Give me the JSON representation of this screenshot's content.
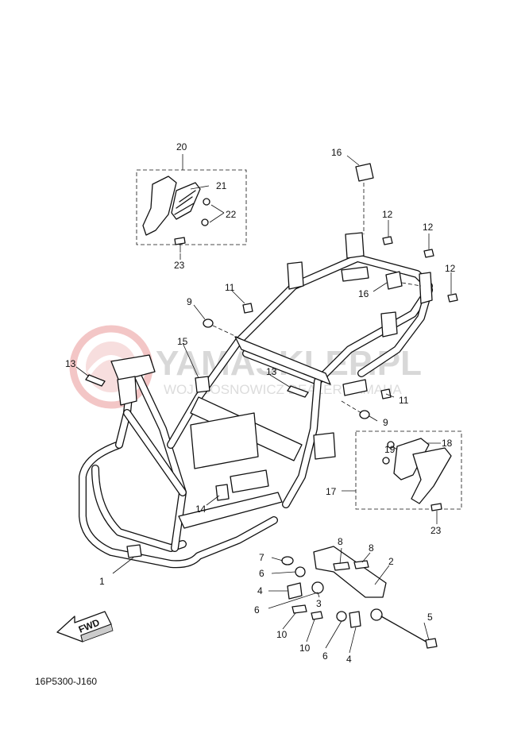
{
  "watermark": {
    "brand": "YAMASKLEP.PL",
    "tagline": "WOJ. SOSNOWICZ DEALER YAMAHA"
  },
  "diagram_code": "16P5300-J160",
  "fwd_label": "FWD",
  "callouts": {
    "c1": "1",
    "c2": "2",
    "c3": "3",
    "c4a": "4",
    "c4b": "4",
    "c5": "5",
    "c6a": "6",
    "c6b": "6",
    "c6c": "6",
    "c7": "7",
    "c8a": "8",
    "c8b": "8",
    "c9a": "9",
    "c9b": "9",
    "c10a": "10",
    "c10b": "10",
    "c11a": "11",
    "c11b": "11",
    "c12a": "12",
    "c12b": "12",
    "c12c": "12",
    "c13a": "13",
    "c13b": "13",
    "c14": "14",
    "c15": "15",
    "c16a": "16",
    "c16b": "16",
    "c17": "17",
    "c18": "18",
    "c19": "19",
    "c20": "20",
    "c21": "21",
    "c22": "22",
    "c23a": "23",
    "c23b": "23"
  }
}
